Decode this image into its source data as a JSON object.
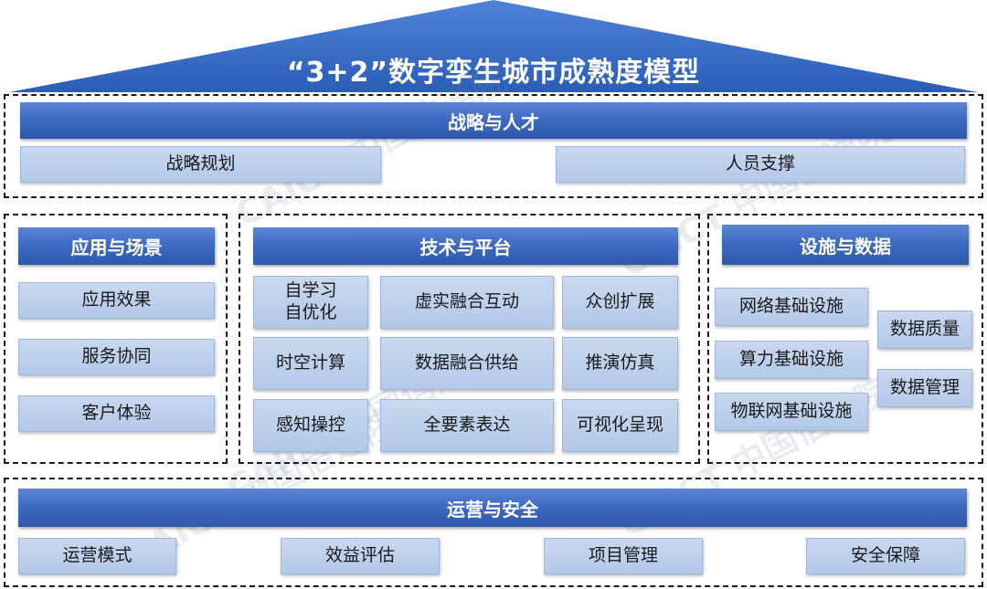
{
  "title": "“3+2”数字孪生城市成熟度模型",
  "watermark": "CAICT 中国信通院",
  "colors": {
    "roof": "#2f66c4",
    "header_blue": "#3e6bc3",
    "box_light": "#c1d3ee"
  },
  "strategy": {
    "header": "战略与人才",
    "items": [
      "战略规划",
      "人员支撑"
    ]
  },
  "application": {
    "header": "应用与场景",
    "items": [
      "应用效果",
      "服务协同",
      "客户体验"
    ]
  },
  "technology": {
    "header": "技术与平台",
    "items": [
      "自学习\n自优化",
      "虚实融合互动",
      "众创扩展",
      "时空计算",
      "数据融合供给",
      "推演仿真",
      "感知操控",
      "全要素表达",
      "可视化呈现"
    ]
  },
  "infrastructure": {
    "header": "设施与数据",
    "items": [
      "网络基础设施",
      "算力基础设施",
      "物联网基础设施"
    ],
    "data_items": [
      "数据质量",
      "数据管理"
    ]
  },
  "operations": {
    "header": "运营与安全",
    "items": [
      "运营模式",
      "效益评估",
      "项目管理",
      "安全保障"
    ]
  }
}
